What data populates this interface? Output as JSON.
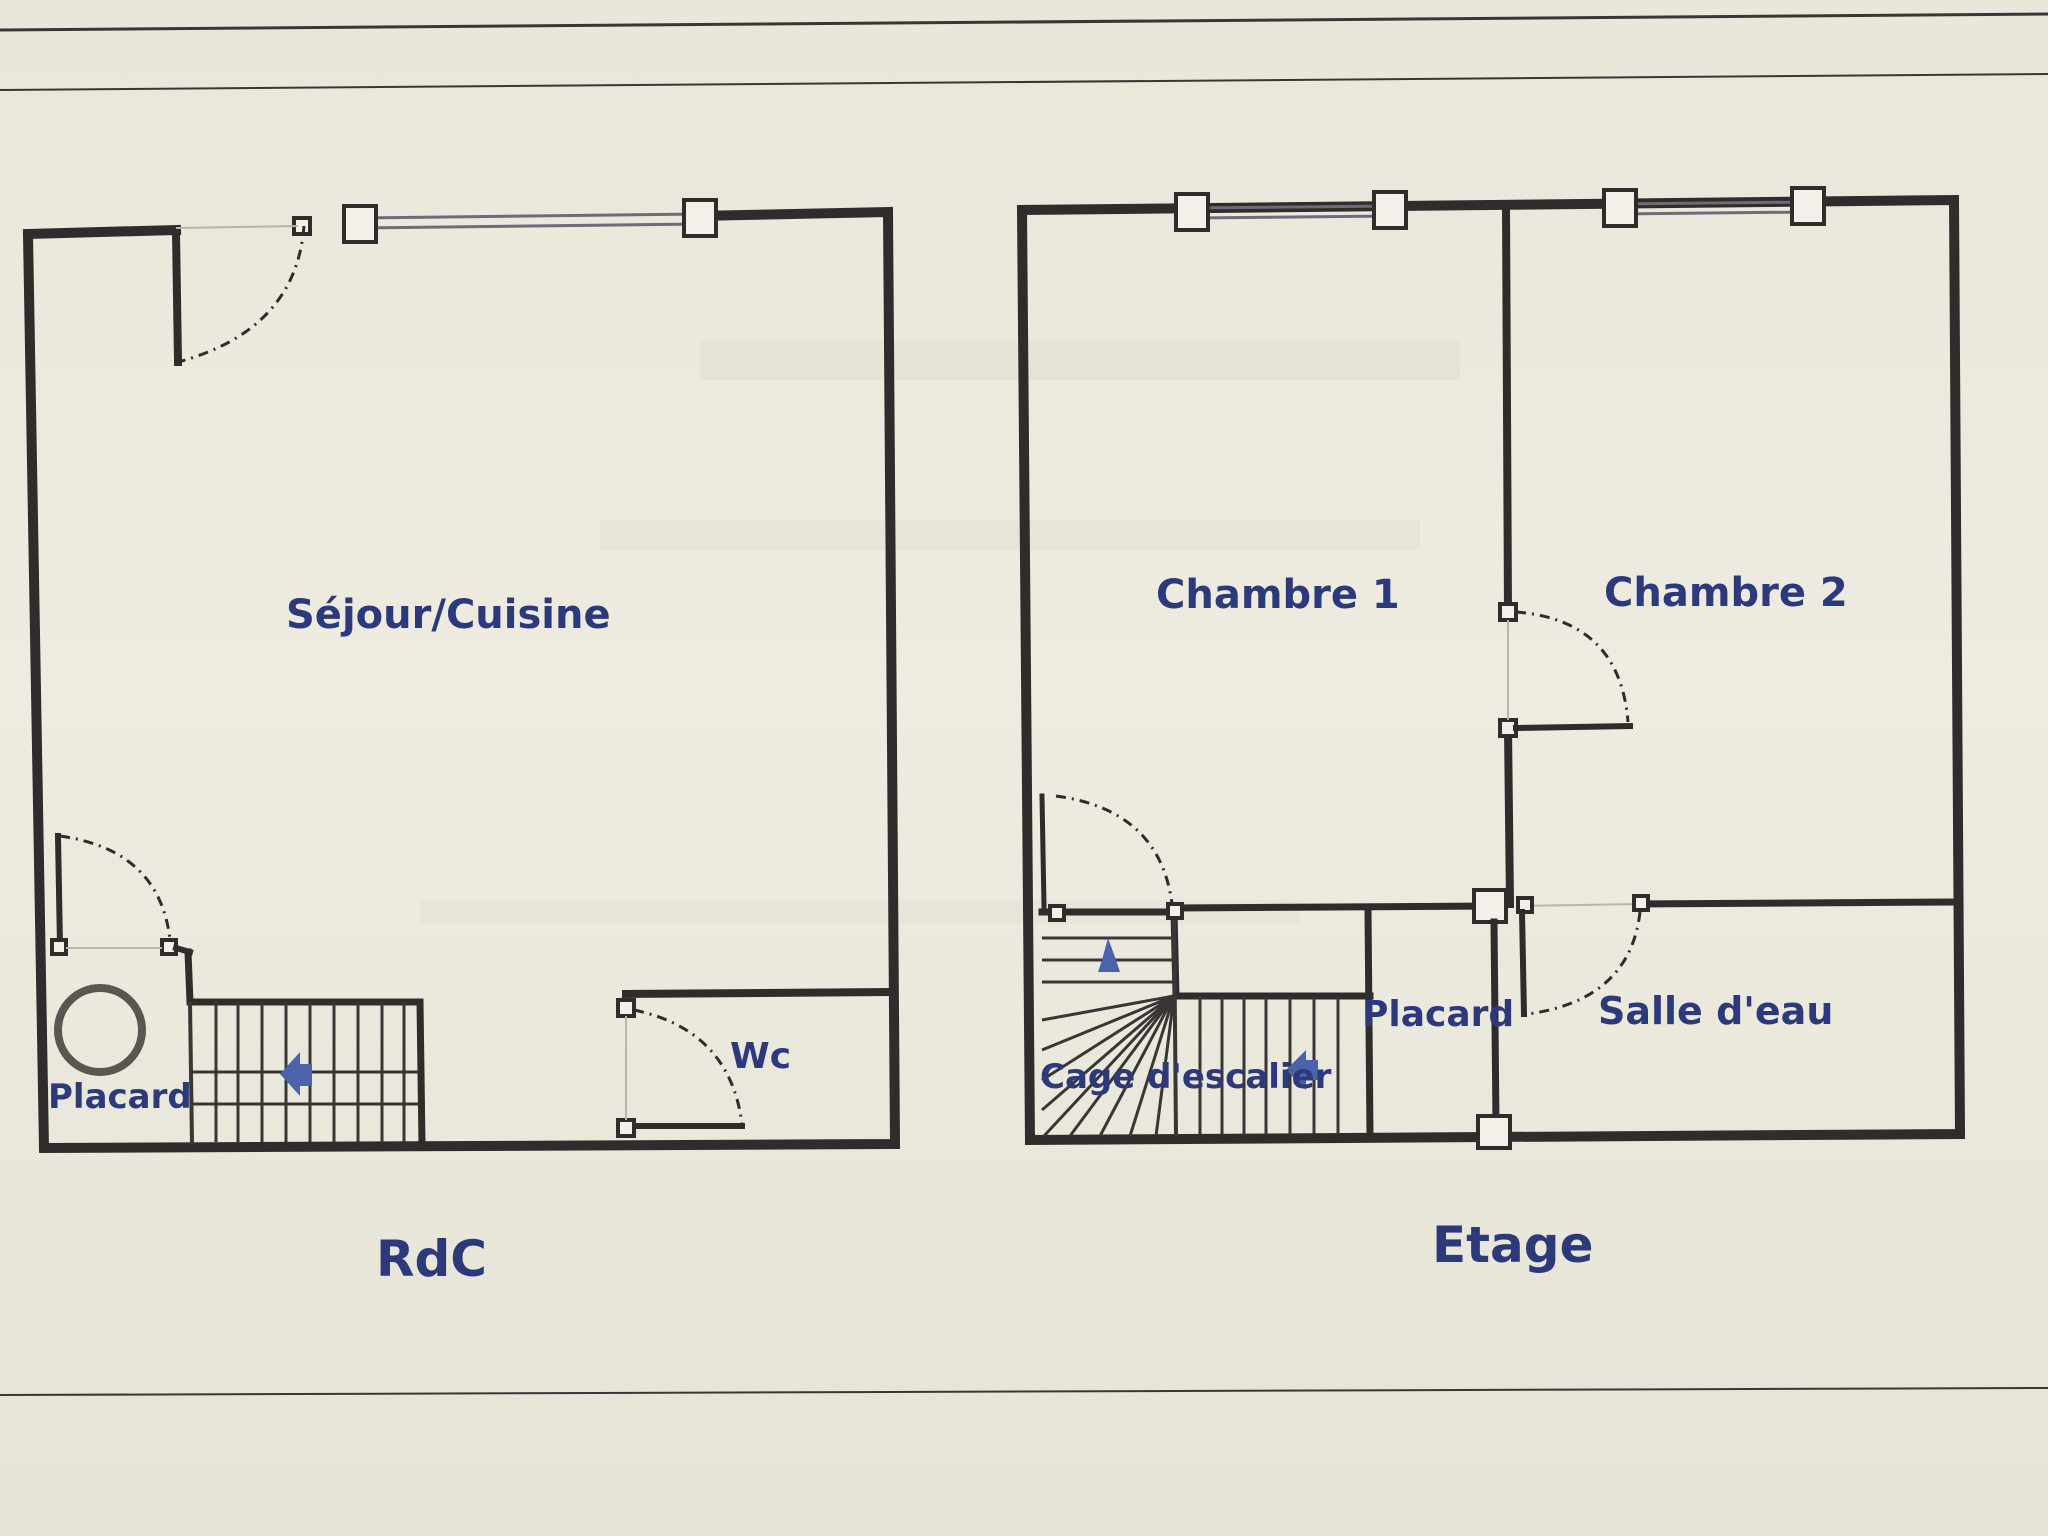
{
  "plans": {
    "ground": {
      "title": "RdC",
      "rooms": {
        "living": "Séjour/Cuisine",
        "wc": "Wc",
        "closet": "Placard"
      }
    },
    "upper": {
      "title": "Etage",
      "rooms": {
        "bedroom1": "Chambre 1",
        "bedroom2": "Chambre 2",
        "closet": "Placard",
        "bathroom": "Salle d'eau",
        "stairwell": "Cage d'escalier"
      }
    }
  },
  "colors": {
    "label": "#2c3a7c",
    "wall": "#2f2c2c",
    "paper": "#ebe8dc",
    "arrow": "#4b63a8"
  }
}
